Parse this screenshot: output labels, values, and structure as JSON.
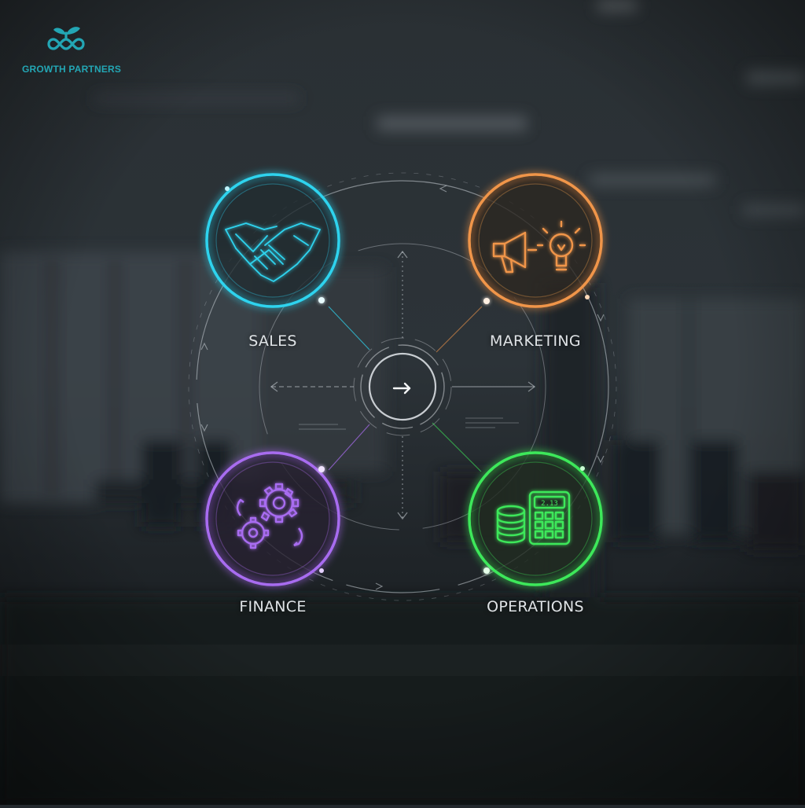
{
  "brand": {
    "name": "GROWTH PARTNERS",
    "logo_icon": "sprout-infinity-icon",
    "color": "#23a6b4"
  },
  "hub": {
    "icon": "arrow-right-icon"
  },
  "nodes": [
    {
      "label": "SALES",
      "icon": "handshake-icon",
      "color": "#2fd3ee"
    },
    {
      "label": "MARKETING",
      "icon": "megaphone-lightbulb-icon",
      "color": "#f0954a"
    },
    {
      "label": "FINANCE",
      "icon": "gears-icon",
      "color": "#a86cf0"
    },
    {
      "label": "OPERATIONS",
      "icon": "coins-calculator-icon",
      "color": "#3ee85a"
    }
  ],
  "calculator_display": "2.13"
}
